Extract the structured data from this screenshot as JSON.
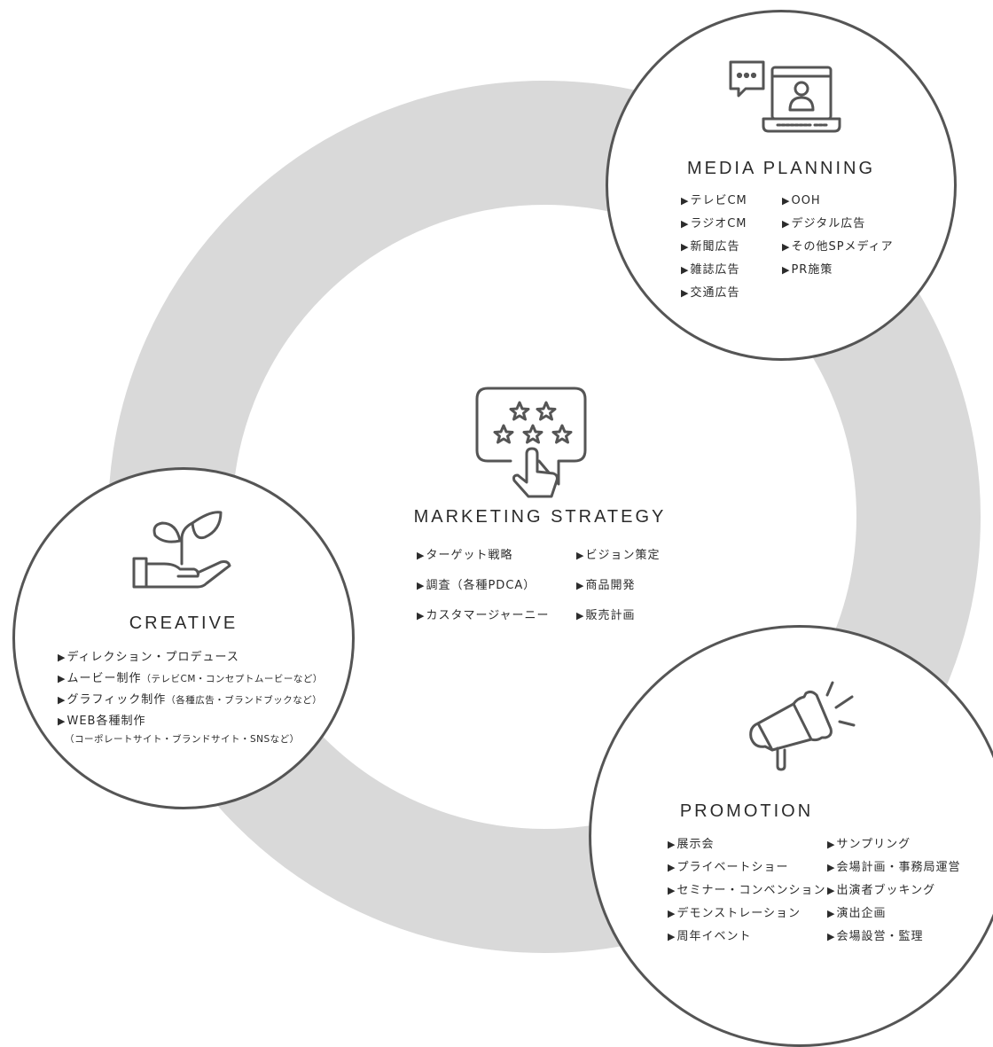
{
  "colors": {
    "ring": "#d9d9d9",
    "stroke": "#555555",
    "text": "#2b2b2b"
  },
  "center": {
    "title": "MARKETING STRATEGY",
    "left": [
      "ターゲット戦略",
      "調査（各種PDCA）",
      "カスタマージャーニー"
    ],
    "right": [
      "ビジョン策定",
      "商品開発",
      "販売計画"
    ],
    "icon": "star-rating-speech-bubble-icon"
  },
  "media": {
    "title": "MEDIA PLANNING",
    "left": [
      "テレビCM",
      "ラジオCM",
      "新聞広告",
      "雑誌広告",
      "交通広告"
    ],
    "right": [
      "OOH",
      "デジタル広告",
      "その他SPメディア",
      "PR施策"
    ],
    "icon": "video-chat-laptop-icon"
  },
  "creative": {
    "title": "CREATIVE",
    "items": [
      {
        "label": "ディレクション・プロデュース",
        "note": ""
      },
      {
        "label": "ムービー制作",
        "note": "（テレビCM・コンセプトムービーなど）"
      },
      {
        "label": "グラフィック制作",
        "note": "（各種広告・ブランドブックなど）"
      },
      {
        "label": "WEB各種制作",
        "note": ""
      }
    ],
    "web_note": "（コーポレートサイト・ブランドサイト・SNSなど）",
    "icon": "hand-plant-icon"
  },
  "promotion": {
    "title": "PROMOTION",
    "left": [
      "展示会",
      "プライベートショー",
      "セミナー・コンベンション",
      "デモンストレーション",
      "周年イベント"
    ],
    "right": [
      "サンプリング",
      "会場計画・事務局運営",
      "出演者ブッキング",
      "演出企画",
      "会場設営・監理"
    ],
    "icon": "megaphone-icon"
  }
}
